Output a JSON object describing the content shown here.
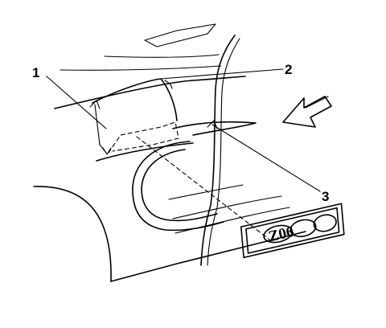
{
  "callouts": {
    "one": "1",
    "two": "2",
    "three": "3"
  },
  "emblem": {
    "text": "Z06"
  },
  "arrow_icon": "view-direction-arrow-icon",
  "colors": {
    "line": "#000000",
    "background": "#ffffff"
  }
}
